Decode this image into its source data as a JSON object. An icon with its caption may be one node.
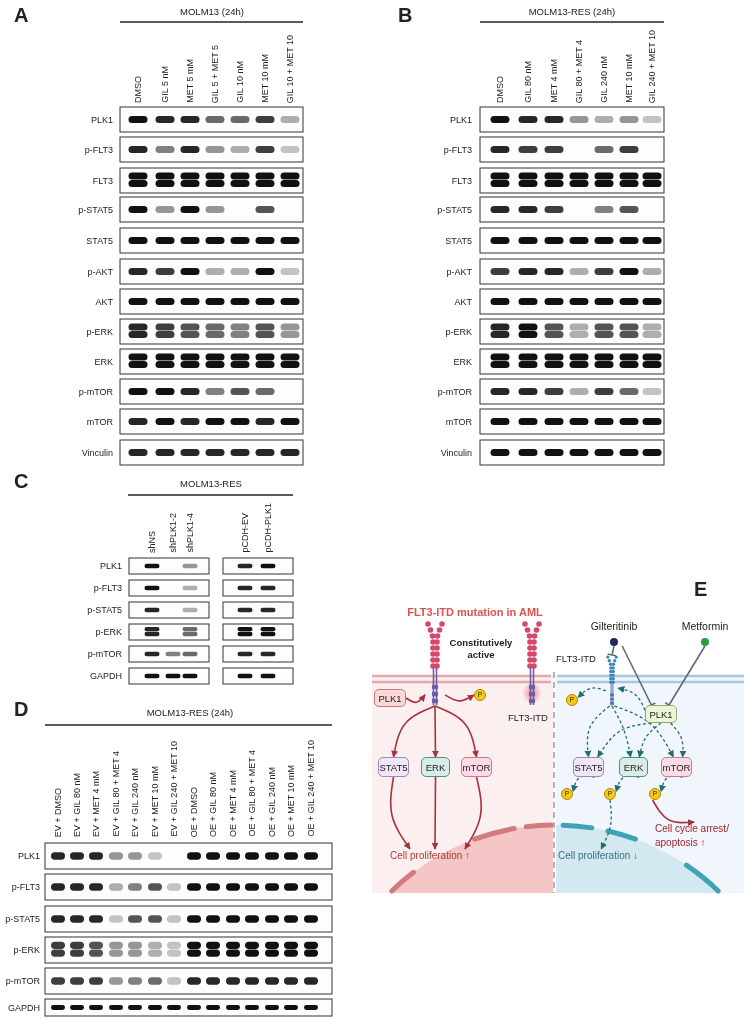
{
  "diagram": {
    "nodes": [
      {
        "text": [],
        "shape": "picture",
        "beside": [
          "Constitutively active"
        ]
      },
      {
        "text": [],
        "shape": "picture",
        "beside": [
          "FLT3-ITD"
        ]
      },
      {
        "text": [
          "PLK1"
        ]
      },
      {
        "text": [
          "P"
        ]
      },
      {
        "text": [
          "STAT5"
        ]
      },
      {
        "text": [
          "ERK"
        ]
      },
      {
        "text": [
          "mTOR"
        ]
      },
      {
        "text": [
          "Cell proliferation ↑"
        ]
      },
      {
        "text": [
          "Gilteritinib"
        ]
      },
      {
        "text": [
          "Metformin"
        ]
      },
      {
        "text": [],
        "shape": "picture",
        "beside": [
          "FLT3-ITD"
        ]
      },
      {
        "text": [
          "P"
        ]
      },
      {
        "text": [
          "PLK1"
        ]
      },
      {
        "text": [
          "STAT5"
        ]
      },
      {
        "text": [
          "ERK"
        ]
      },
      {
        "text": [
          "mTOR"
        ]
      },
      {
        "text": [
          "P"
        ]
      },
      {
        "text": [
          "P"
        ]
      },
      {
        "text": [
          "P"
        ]
      },
      {
        "text": [
          "Cell proliferation ↓"
        ]
      },
      {
        "text": [
          "Cell cycle arrest/ apoptosis ↑"
        ]
      }
    ],
    "edges": [
      {
        "from": 2,
        "to": 0,
        "arrow": "to",
        "color": "#a8323a"
      },
      {
        "from": 0,
        "to": 3,
        "arrow": "to",
        "color": "#a8323a"
      },
      {
        "from": 0,
        "to": 4,
        "arrow": "to",
        "color": "#a8323a"
      },
      {
        "from": 0,
        "to": 5,
        "arrow": "to",
        "color": "#a8323a"
      },
      {
        "from": 0,
        "to": 6,
        "arrow": "to",
        "color": "#a8323a"
      },
      {
        "from": 4,
        "to": 7,
        "arrow": "to",
        "color": "#a8323a"
      },
      {
        "from": 5,
        "to": 7,
        "arrow": "to",
        "color": "#a8323a"
      },
      {
        "from": 6,
        "to": 7,
        "arrow": "to",
        "color": "#a8323a"
      },
      {
        "from": 8,
        "to": 10,
        "arrow": "other",
        "color": "#5f6b73"
      },
      {
        "from": 8,
        "to": 12,
        "arrow": "other",
        "color": "#5f6b73"
      },
      {
        "from": 9,
        "to": 12,
        "arrow": "other",
        "color": "#5f6b73"
      },
      {
        "from": 12,
        "to": 10,
        "arrow": "to",
        "style": "dashed"
      },
      {
        "from": 10,
        "to": 11,
        "arrow": "to",
        "style": "dashed"
      },
      {
        "from": 10,
        "to": 13,
        "arrow": "to",
        "style": "dashed"
      },
      {
        "from": 10,
        "to": 14,
        "arrow": "to",
        "style": "dashed"
      },
      {
        "from": 10,
        "to": 15,
        "arrow": "to",
        "style": "dashed"
      },
      {
        "from": 12,
        "to": 13,
        "arrow": "to",
        "style": "dashed"
      },
      {
        "from": 12,
        "to": 14,
        "arrow": "to",
        "style": "dashed"
      },
      {
        "from": 12,
        "to": 15,
        "arrow": "to",
        "style": "dashed"
      },
      {
        "from": 13,
        "to": 16,
        "arrow": "to",
        "style": "dashed"
      },
      {
        "from": 14,
        "to": 17,
        "arrow": "to",
        "style": "dashed"
      },
      {
        "from": 15,
        "to": 18,
        "arrow": "to",
        "style": "dashed"
      },
      {
        "from": 17,
        "to": 19,
        "arrow": "to",
        "style": "dashed"
      },
      {
        "from": 18,
        "to": 20,
        "arrow": "to",
        "color": "#a8323a"
      }
    ],
    "labels": [
      "A",
      "MOLM13 (24h)",
      "DMSO",
      "GIL 5 nM",
      "MET 5 mM",
      "GIL 5 + MET 5",
      "GIL 10 nM",
      "MET 10 mM",
      "GIL 10 + MET 10",
      "PLK1",
      "p-FLT3",
      "FLT3",
      "p-STAT5",
      "STAT5",
      "p-AKT",
      "AKT",
      "p-ERK",
      "ERK",
      "p-mTOR",
      "mTOR",
      "Vinculin",
      "B",
      "MOLM13-RES (24h)",
      "DMSO",
      "GIL 80 nM",
      "MET 4 mM",
      "GIL 80 + MET 4",
      "GIL 240 nM",
      "MET 10 mM",
      "GIL 240 + MET 10",
      "PLK1",
      "p-FLT3",
      "FLT3",
      "p-STAT5",
      "STAT5",
      "p-AKT",
      "AKT",
      "p-ERK",
      "ERK",
      "p-mTOR",
      "mTOR",
      "Vinculin",
      "C",
      "MOLM13-RES",
      "shNS",
      "shPLK1-2",
      "shPLK1-4",
      "pCDH-EV",
      "pCDH-PLK1",
      "PLK1",
      "p-FLT3",
      "p-STAT5",
      "p-ERK",
      "p-mTOR",
      "GAPDH",
      "D",
      "MOLM13-RES (24h)",
      "EV + DMSO",
      "EV + GIL 80 nM",
      "EV + MET 4 mM",
      "EV + GIL 80 + MET 4",
      "EV + GIL 240 nM",
      "EV + MET 10 mM",
      "EV + GIL 240 + MET 10",
      "OE + DMSO",
      "OE + GIL 80 nM",
      "OE + MET 4 mM",
      "OE + GIL 80 + MET 4",
      "OE + GIL 240 nM",
      "OE + MET 10 mM",
      "OE + GIL 240 + MET 10",
      "PLK1",
      "p-FLT3",
      "p-STAT5",
      "p-ERK",
      "p-mTOR",
      "GAPDH",
      "E",
      "FLT3-ITD mutation in AML"
    ]
  }
}
